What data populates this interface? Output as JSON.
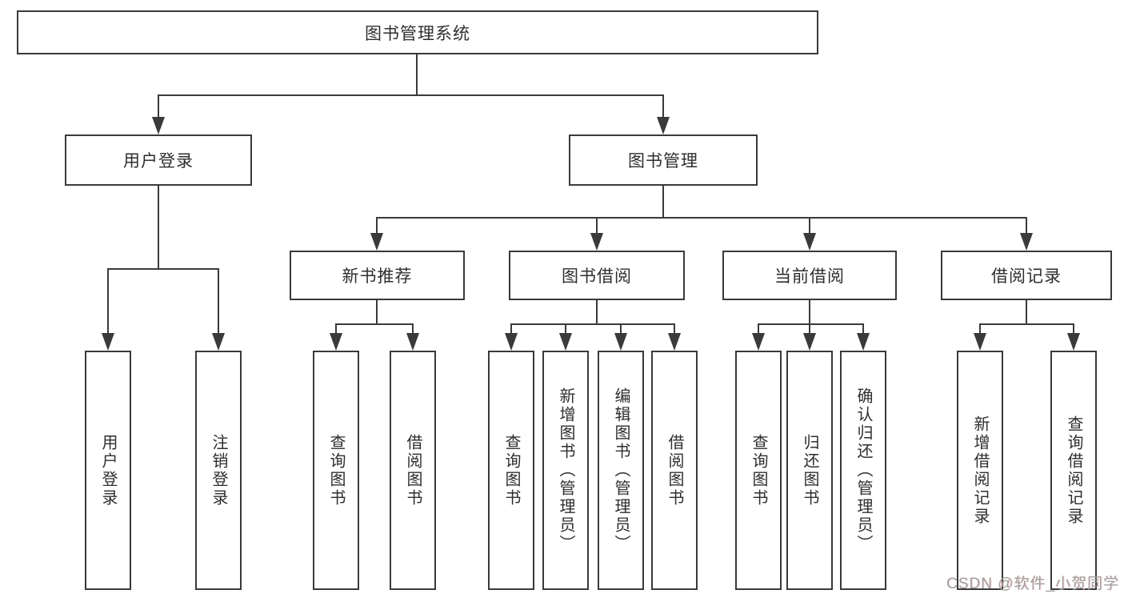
{
  "diagram": {
    "title": "图书管理系统",
    "level2": {
      "user_login": "用户登录",
      "book_management": "图书管理"
    },
    "level3": {
      "new_book_recommend": "新书推荐",
      "book_borrowing": "图书借阅",
      "current_borrowing": "当前借阅",
      "borrow_records": "借阅记录"
    },
    "leaves": {
      "user_login": [
        "用户登录",
        "注销登录"
      ],
      "new_book_recommend": [
        "查询图书",
        "借阅图书"
      ],
      "book_borrowing": [
        "查询图书",
        "新增图书（管理员）",
        "编辑图书（管理员）",
        "借阅图书"
      ],
      "current_borrowing": [
        "查询图书",
        "归还图书",
        "确认归还（管理员）"
      ],
      "borrow_records": [
        "新增借阅记录",
        "查询借阅记录"
      ]
    }
  },
  "watermark": "CSDN @软件_小贺同学",
  "colors": {
    "line": "#3a3a3a",
    "text": "#2e2e2e",
    "background": "#ffffff",
    "watermark": "#a0a0a0"
  }
}
